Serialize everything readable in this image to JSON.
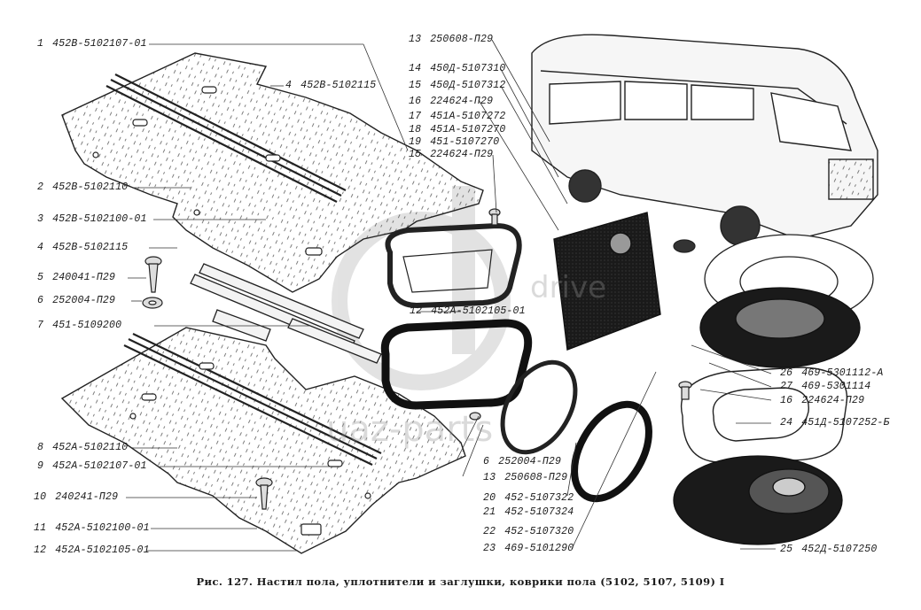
{
  "caption": "Рис. 127. Настил пола, уплотнители и заглушки, коврики пола (5102, 5107, 5109) I",
  "watermark": {
    "logo_letter": "d",
    "text1": "uaz-parts",
    "text2": "drive"
  },
  "callouts_left": [
    {
      "n": "1",
      "code": "452В-5102107-01"
    },
    {
      "n": "4",
      "code": "452В-5102115"
    },
    {
      "n": "2",
      "code": "452В-5102110"
    },
    {
      "n": "3",
      "code": "452В-5102100-01"
    },
    {
      "n": "4",
      "code": "452В-5102115"
    },
    {
      "n": "5",
      "code": "240041-П29"
    },
    {
      "n": "6",
      "code": "252004-П29"
    },
    {
      "n": "7",
      "code": "451-5109200"
    },
    {
      "n": "8",
      "code": "452А-5102110"
    },
    {
      "n": "9",
      "code": "452А-5102107-01"
    },
    {
      "n": "10",
      "code": "240241-П29"
    },
    {
      "n": "11",
      "code": "452А-5102100-01"
    },
    {
      "n": "12",
      "code": "452А-5102105-01"
    }
  ],
  "callouts_top": [
    {
      "n": "13",
      "code": "250608-П29"
    },
    {
      "n": "14",
      "code": "450Д-5107310"
    },
    {
      "n": "15",
      "code": "450Д-5107312"
    },
    {
      "n": "16",
      "code": "224624-П29"
    },
    {
      "n": "17",
      "code": "451А-5107272"
    },
    {
      "n": "18",
      "code": "451А-5107270"
    },
    {
      "n": "19",
      "code": "451-5107270"
    },
    {
      "n": "15",
      "code": "224624-П29"
    }
  ],
  "callouts_mid": [
    {
      "n": "12",
      "code": "452А-5102105-01"
    },
    {
      "n": "6",
      "code": "252004-П29"
    },
    {
      "n": "13",
      "code": "250608-П29"
    },
    {
      "n": "20",
      "code": "452-5107322"
    },
    {
      "n": "21",
      "code": "452-5107324"
    },
    {
      "n": "22",
      "code": "452-5107320"
    },
    {
      "n": "23",
      "code": "469-5101290"
    }
  ],
  "callouts_right": [
    {
      "n": "26",
      "code": "469-5301112-А"
    },
    {
      "n": "27",
      "code": "469-5301114"
    },
    {
      "n": "16",
      "code": "224624-П29"
    },
    {
      "n": "24",
      "code": "451Д-5107252-Б"
    },
    {
      "n": "25",
      "code": "452Д-5107250"
    }
  ]
}
